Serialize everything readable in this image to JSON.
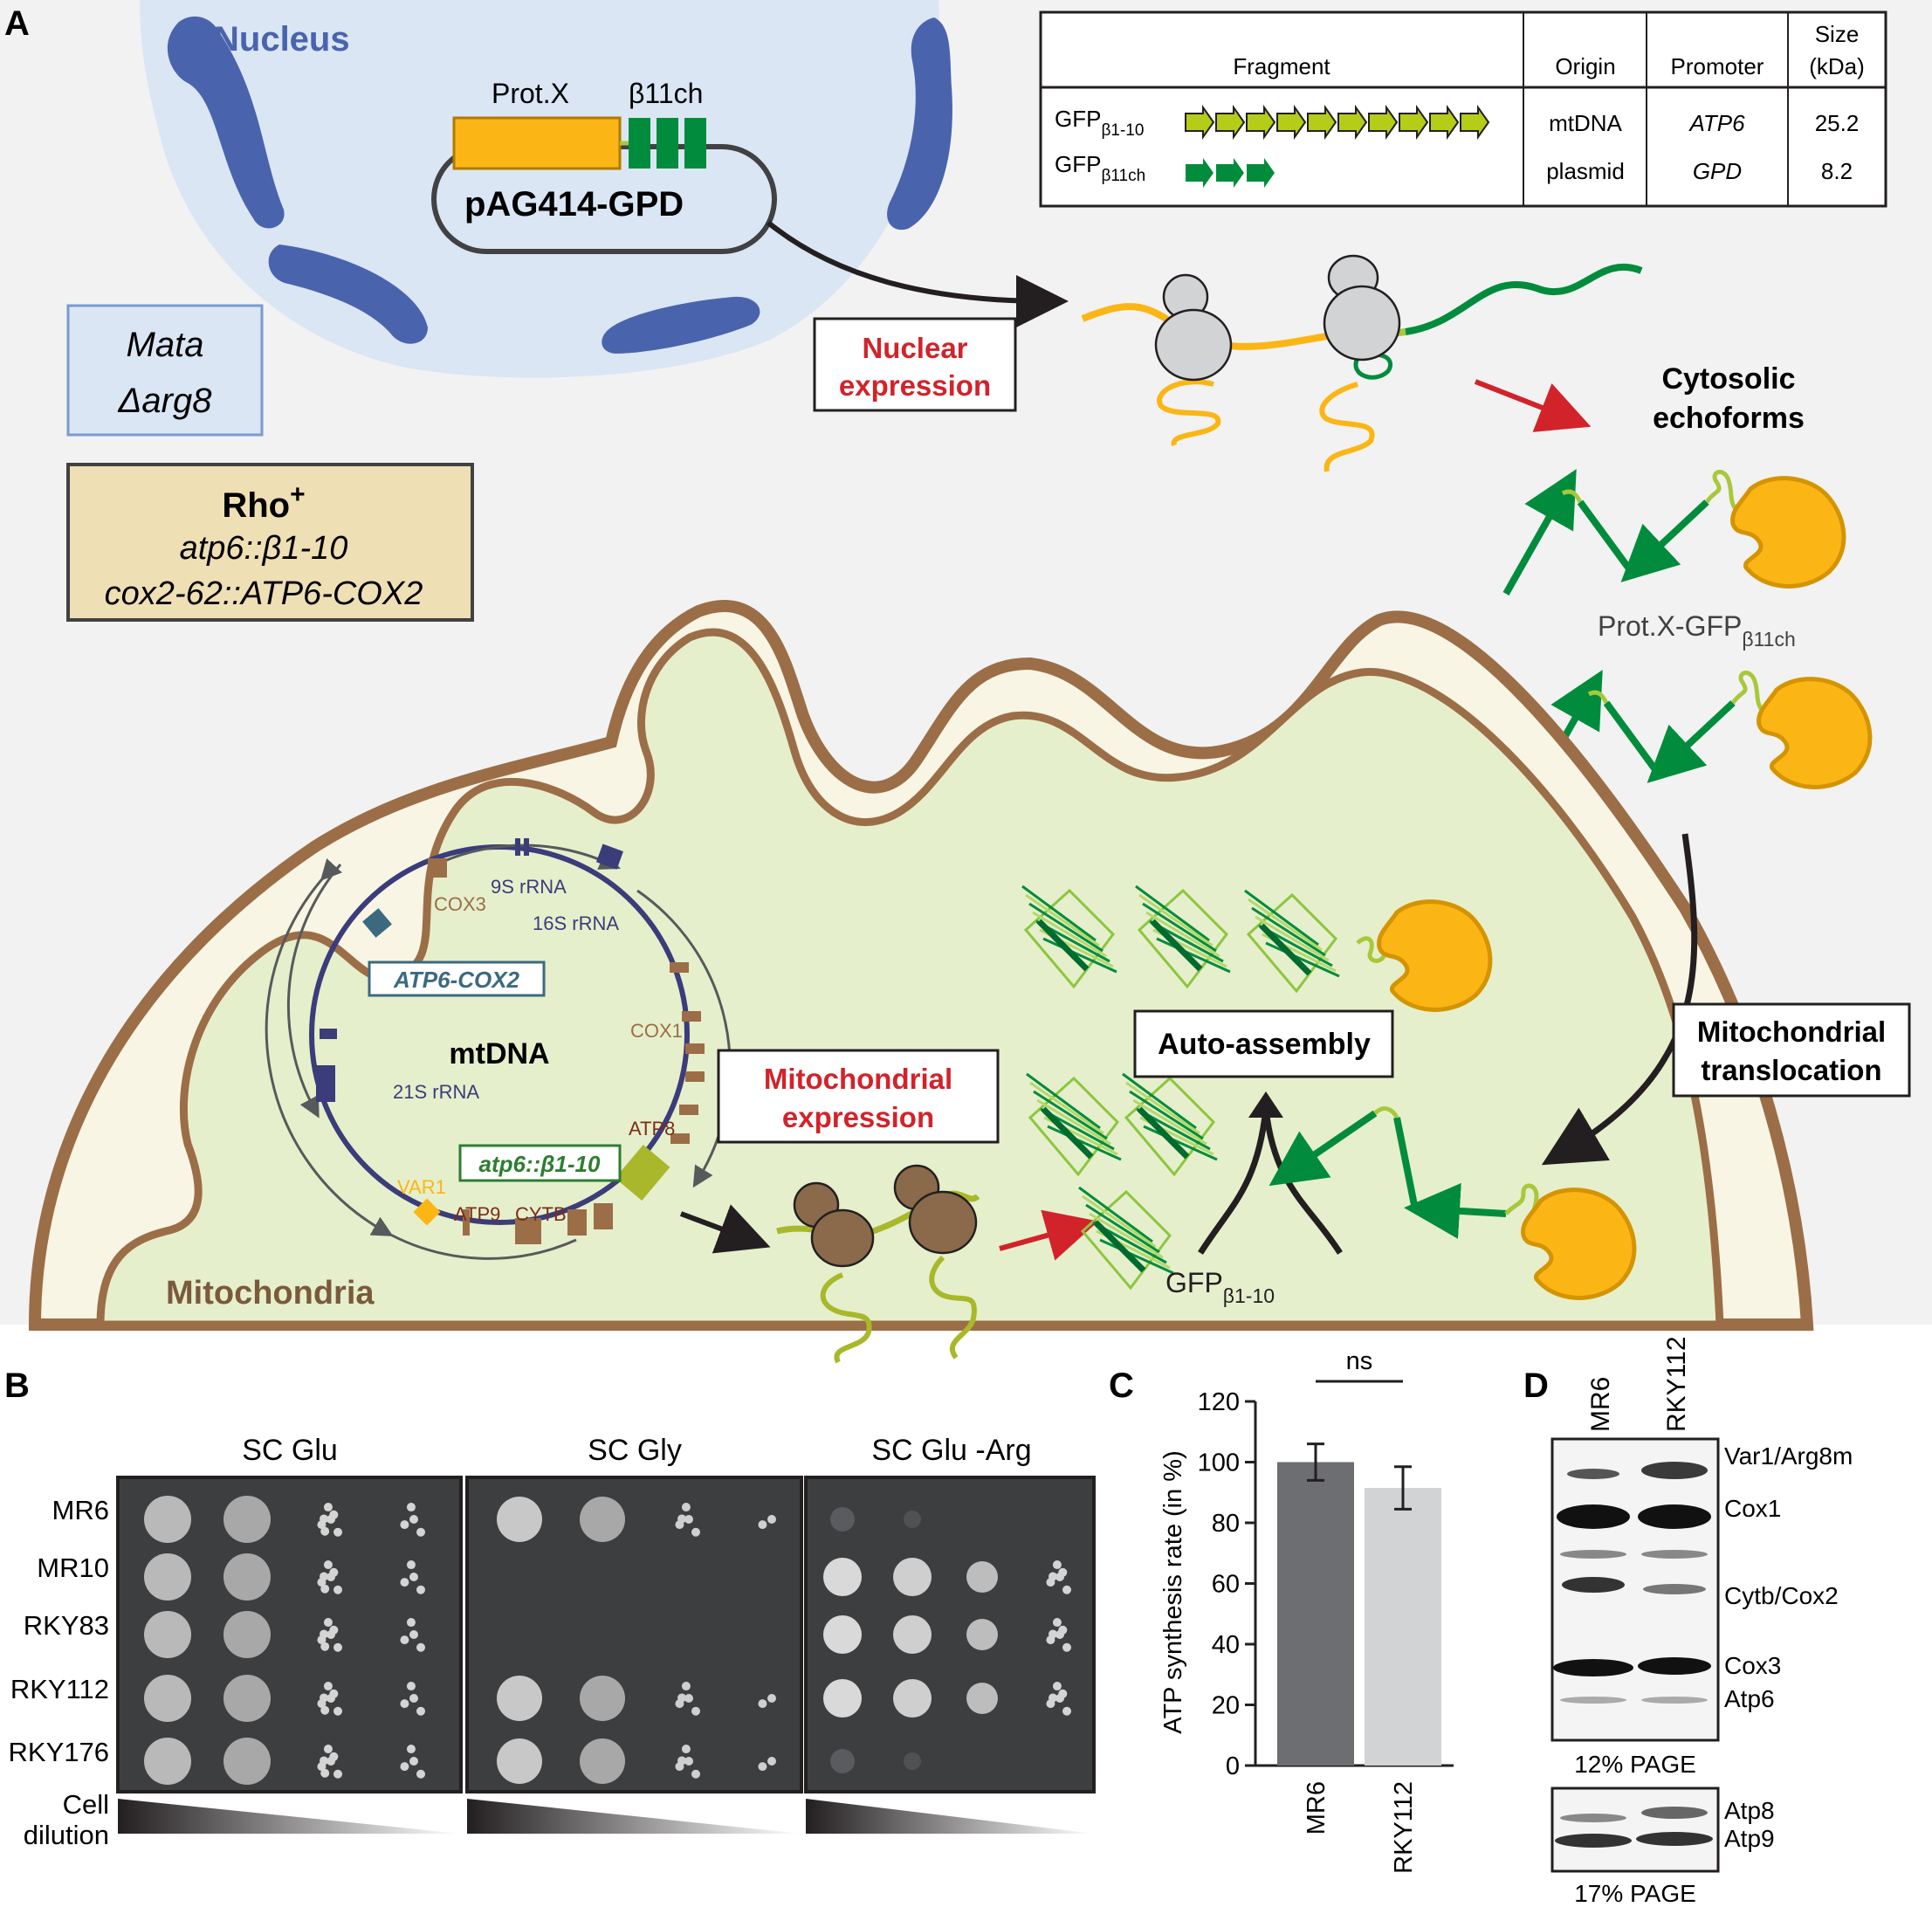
{
  "panel_a": {
    "label": "A",
    "nucleus_title": "Nucleus",
    "prot_x_label": "Prot.X",
    "beta11ch_label": "β11ch",
    "plasmid_label": "pAG414-GPD",
    "strain_mat": "Mata",
    "strain_arg8": "Δarg8",
    "rho_main": "Rho",
    "rho_sup": "+",
    "rho_line2": "atp6::β1-10",
    "rho_line3": "cox2-62::ATP6-COX2",
    "table": {
      "headers": [
        "Fragment",
        "Origin",
        "Promoter",
        "Size",
        "(kDa)"
      ],
      "rows": [
        {
          "name": "GFP",
          "sub": "β1-10",
          "origin": "mtDNA",
          "promoter": "ATP6",
          "size": "25.2"
        },
        {
          "name": "GFP",
          "sub": "β11ch",
          "origin": "plasmid",
          "promoter": "GPD",
          "size": "8.2"
        }
      ]
    },
    "nuclear_expression_l1": "Nuclear",
    "nuclear_expression_l2": "expression",
    "cytosolic_l1": "Cytosolic",
    "cytosolic_l2": "echoforms",
    "protx_gfp_label": "Prot.X-GFP",
    "protx_gfp_sub": "β11ch",
    "mito_transloc_l1": "Mitochondrial",
    "mito_transloc_l2": "translocation",
    "auto_assembly": "Auto-assembly",
    "mito_expression_l1": "Mitochondrial",
    "mito_expression_l2": "expression",
    "gfp_b110_label": "GFP",
    "gfp_b110_sub": "β1-10",
    "mitochondria_label": "Mitochondria",
    "mtdna": {
      "center": "mtDNA",
      "genes": {
        "rrna9s": "9S rRNA",
        "rrna16s": "16S rRNA",
        "cox3": "COX3",
        "cox1": "COX1",
        "atp8": "ATP8",
        "rrna21s": "21S rRNA",
        "var1": "VAR1",
        "atp9": "ATP9",
        "cytb": "CYTB"
      },
      "box_atp6cox2": "ATP6-COX2",
      "box_atp6b110": "atp6::β1-10"
    }
  },
  "panel_b": {
    "label": "B",
    "media": [
      "SC Glu",
      "SC Gly",
      "SC Glu -Arg"
    ],
    "strains": [
      "MR6",
      "MR10",
      "RKY83",
      "RKY112",
      "RKY176"
    ],
    "dilution_l1": "Cell",
    "dilution_l2": "dilution"
  },
  "panel_c": {
    "label": "C",
    "significance": "ns"
  },
  "panel_d": {
    "label": "D",
    "lanes": [
      "MR6",
      "RKY112"
    ],
    "bands_top": [
      "Var1/Arg8m",
      "Cox1",
      "Cytb/Cox2",
      "Cox3",
      "Atp6"
    ],
    "page_top": "12% PAGE",
    "bands_bottom": [
      "Atp8",
      "Atp9"
    ],
    "page_bottom": "17% PAGE"
  },
  "colors": {
    "nucleus_fill": "#dae6f4",
    "chromatin": "#4a63ad",
    "mito_fill": "#e6efcc",
    "mito_membrane": "#9b6e47",
    "gfp_dark": "#008c3c",
    "gfp_light": "#a8c83c",
    "protx_orange": "#fbb615",
    "red_label": "#d2232a",
    "bar_mr6": "#6d6e71",
    "bar_rky112": "#d1d3d4"
  },
  "chart_data": {
    "type": "bar",
    "title": "",
    "categories": [
      "MR6",
      "RKY112"
    ],
    "values": [
      100,
      91.5
    ],
    "errors": [
      6,
      7
    ],
    "xlabel": "",
    "ylabel": "ATP synthesis rate (in %)",
    "ylim": [
      0,
      120
    ],
    "yticks": [
      0,
      20,
      40,
      60,
      80,
      100,
      120
    ],
    "grid": false
  }
}
